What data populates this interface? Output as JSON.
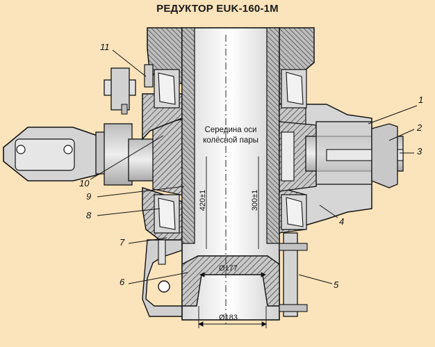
{
  "title": "РЕДУКТОР EUK-160-1M",
  "axis_note": {
    "line1": "Середина оси",
    "line2": "колёсной пары"
  },
  "dimensions": {
    "d177": "Ø177",
    "d183": "Ø183",
    "h420": "420±1",
    "h300": "300±1"
  },
  "callouts": [
    "1",
    "2",
    "3",
    "4",
    "5",
    "6",
    "7",
    "8",
    "9",
    "10",
    "11"
  ],
  "colors": {
    "background": "#fbe3bb",
    "hatch": "#333333",
    "line": "#111111"
  }
}
